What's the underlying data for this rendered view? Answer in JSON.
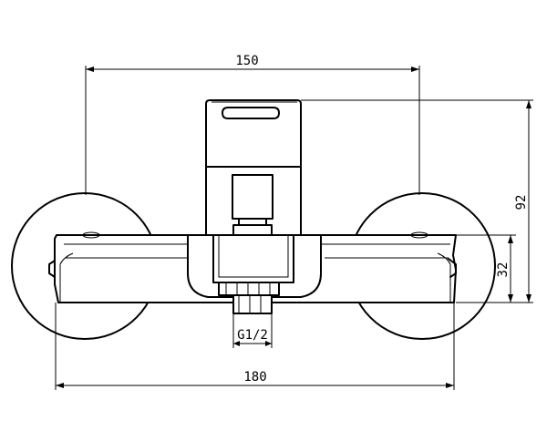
{
  "dimensions": {
    "top_width": "150",
    "height_total": "92",
    "height_body": "32",
    "bottom_width": "180",
    "thread": "G1/2"
  },
  "colors": {
    "line": "#000000",
    "background": "#ffffff"
  }
}
